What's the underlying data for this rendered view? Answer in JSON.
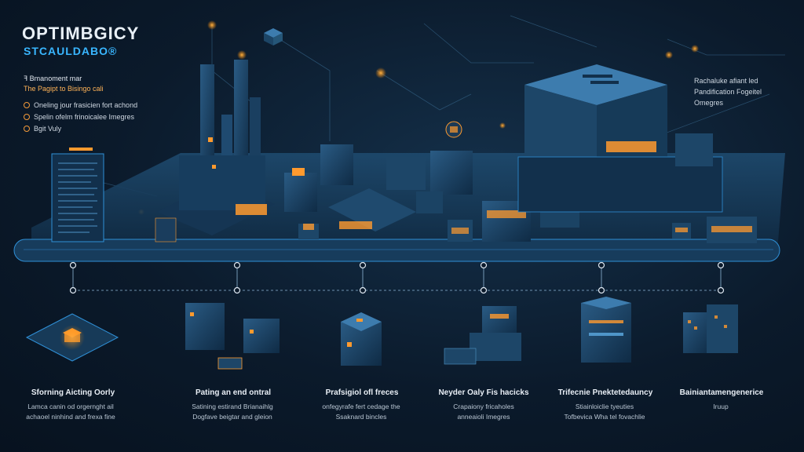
{
  "header": {
    "title": "OPTIMBGICY",
    "subtitle": "STCAULDABO®"
  },
  "intro": {
    "line1": "ꟻ Bmanoment mar",
    "line2": "The Pagipt to Bisingo cali"
  },
  "bullets": [
    "Oneling jour frasicien fort achond",
    "Spelin ofelm frinoicalee Imegres",
    "Bgit Vuly"
  ],
  "callout": {
    "line1": "Rachaluke afiant led",
    "line2": "Pandification Fogeitel",
    "line3": "Omegres"
  },
  "stages": [
    {
      "title": "Sforning Aicting Oorly",
      "desc1": "Lamca canin od orgernght ail",
      "desc2": "achaoel ninhind and frexa fine"
    },
    {
      "title": "Pating an end ontral",
      "desc1": "Satining estirand Brianaihlg",
      "desc2": "Dogfave beigtar and gleion"
    },
    {
      "title": "Prafsigiol ofl freces",
      "desc1": "onfegyrafe fert cedage the",
      "desc2": "Ssaknard bincles"
    },
    {
      "title": "Neyder Oaly Fis hacicks",
      "desc1": "Crapaiony fricaholes",
      "desc2": "anneaioli Imegres"
    },
    {
      "title": "Trifecnie Pnektetedauncy",
      "desc1": "Stiainloiclie tyeuties",
      "desc2": "Tofbevica Wha tel fovachlie"
    },
    {
      "title": "Bainiantamengenerice",
      "desc1": "Iruup",
      "desc2": ""
    }
  ],
  "colors": {
    "accent": "#ff9a2e",
    "blue": "#2f8fd6",
    "background": "#0b1a2b"
  }
}
